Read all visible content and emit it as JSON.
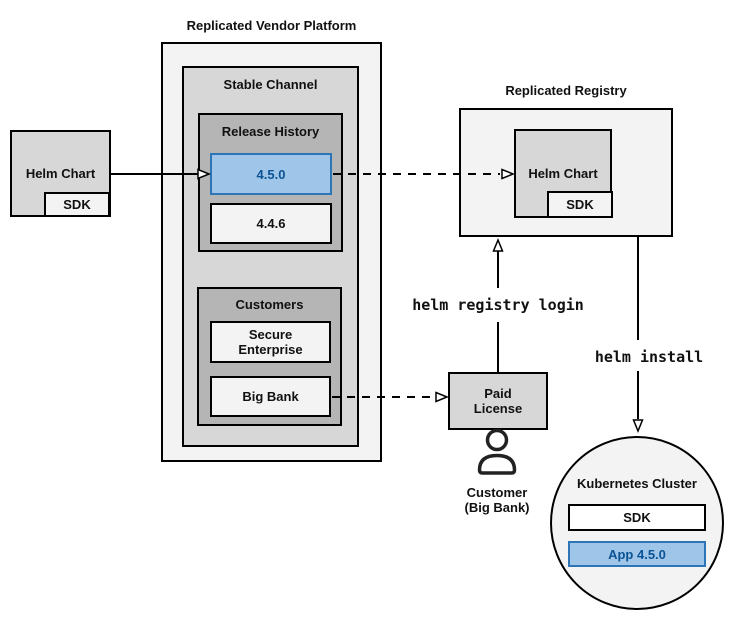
{
  "colors": {
    "surface_light": "#f3f3f3",
    "surface_mid": "#d7d7d7",
    "surface_dark": "#b5b5b5",
    "highlight_fill": "#9fc5e8",
    "highlight_border": "#2e75b6",
    "highlight_text": "#0b5394",
    "line": "#000000"
  },
  "source_chart": {
    "label": "Helm Chart",
    "sdk": "SDK"
  },
  "platform": {
    "title": "Replicated Vendor Platform",
    "stable_channel": {
      "title": "Stable Channel",
      "release_history": {
        "title": "Release History",
        "releases": [
          {
            "version": "4.5.0",
            "highlighted": true
          },
          {
            "version": "4.4.6",
            "highlighted": false
          }
        ]
      },
      "customers": {
        "title": "Customers",
        "items": [
          {
            "name": "Secure Enterprise"
          },
          {
            "name": "Big Bank"
          }
        ]
      }
    }
  },
  "registry": {
    "title": "Replicated Registry",
    "helm_chart": "Helm Chart",
    "sdk": "SDK"
  },
  "license": {
    "label": "Paid License"
  },
  "customer": {
    "line1": "Customer",
    "line2": "(Big Bank)"
  },
  "commands": {
    "registry_login": "helm registry login",
    "install": "helm install"
  },
  "cluster": {
    "title": "Kubernetes Cluster",
    "sdk": "SDK",
    "app": "App 4.5.0"
  }
}
